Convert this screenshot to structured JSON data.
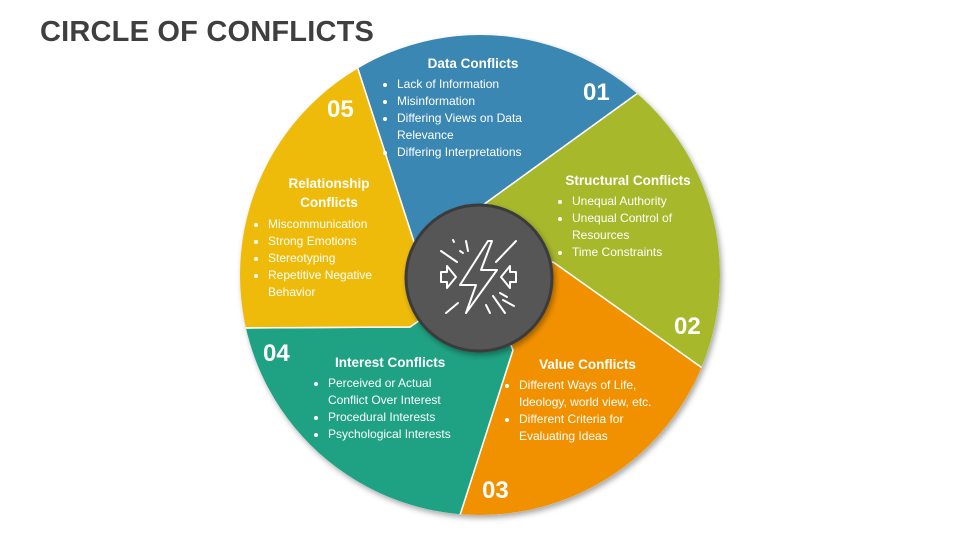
{
  "title": "CIRCLE OF CONFLICTS",
  "center_icon": "conflict-lightning-icon",
  "segments": [
    {
      "number": "01",
      "title": "Data Conflicts",
      "color": "#3b87b3",
      "items": [
        "Lack of Information",
        "Misinformation",
        "Differing Views on Data Relevance",
        "Differing Interpretations"
      ]
    },
    {
      "number": "02",
      "title": "Structural Conflicts",
      "color": "#a7b82b",
      "items": [
        "Unequal Authority",
        "Unequal Control of Resources",
        "Time Constraints"
      ]
    },
    {
      "number": "03",
      "title": "Value Conflicts",
      "color": "#f29100",
      "items": [
        "Different Ways of Life, Ideology, world view, etc.",
        "Different Criteria for Evaluating Ideas"
      ]
    },
    {
      "number": "04",
      "title": "Interest Conflicts",
      "color": "#1fa283",
      "items": [
        "Perceived or Actual Conflict Over Interest",
        "Procedural Interests",
        "Psychological Interests"
      ]
    },
    {
      "number": "05",
      "title": "Relationship Conflicts",
      "color": "#efbb0b",
      "items": [
        "Miscommunication",
        "Strong Emotions",
        "Stereotyping",
        "Repetitive Negative Behavior"
      ]
    }
  ]
}
